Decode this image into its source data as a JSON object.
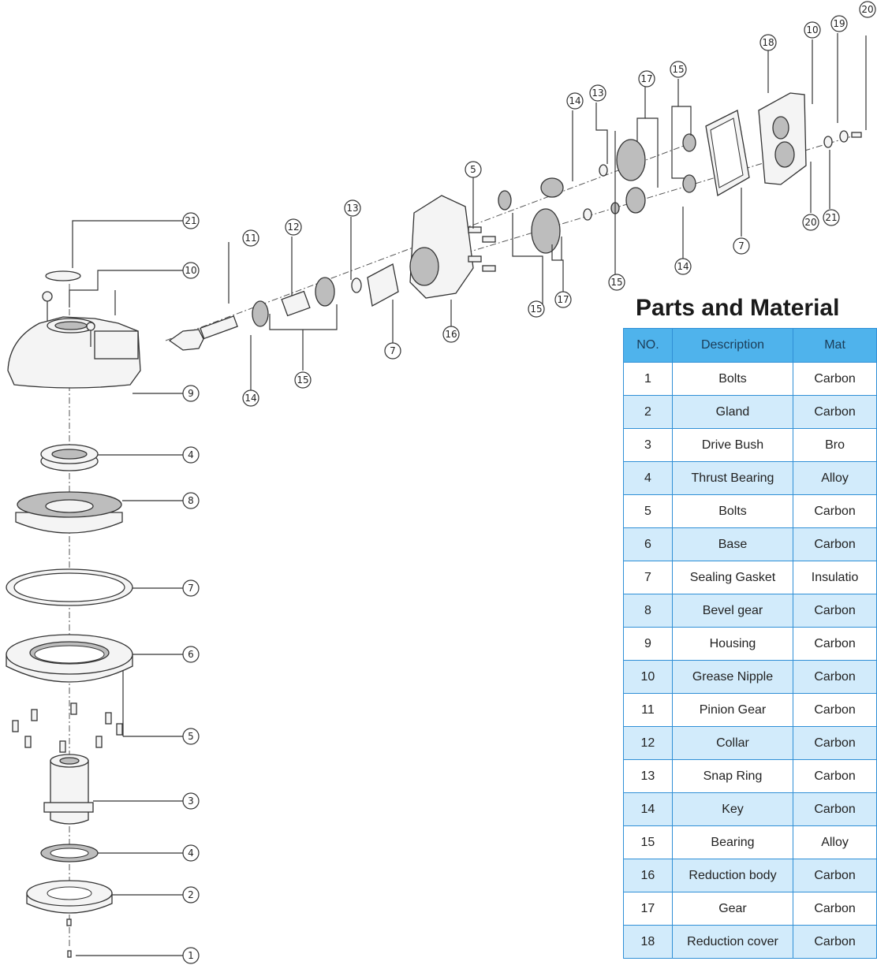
{
  "diagram": {
    "callouts": [
      {
        "id": "c1",
        "n": "1"
      },
      {
        "id": "c2",
        "n": "2"
      },
      {
        "id": "c3",
        "n": "3"
      },
      {
        "id": "c4a",
        "n": "4"
      },
      {
        "id": "c5a",
        "n": "5"
      },
      {
        "id": "c6",
        "n": "6"
      },
      {
        "id": "c7a",
        "n": "7"
      },
      {
        "id": "c8",
        "n": "8"
      },
      {
        "id": "c4b",
        "n": "4"
      },
      {
        "id": "c9",
        "n": "9"
      },
      {
        "id": "c10a",
        "n": "10"
      },
      {
        "id": "c21a",
        "n": "21"
      },
      {
        "id": "c14a",
        "n": "14"
      },
      {
        "id": "c15a",
        "n": "15"
      },
      {
        "id": "c11",
        "n": "11"
      },
      {
        "id": "c12",
        "n": "12"
      },
      {
        "id": "c13a",
        "n": "13"
      },
      {
        "id": "c7b",
        "n": "7"
      },
      {
        "id": "c16",
        "n": "16"
      },
      {
        "id": "c5b",
        "n": "5"
      },
      {
        "id": "c15b",
        "n": "15"
      },
      {
        "id": "c17a",
        "n": "17"
      },
      {
        "id": "c15c",
        "n": "15"
      },
      {
        "id": "c14b",
        "n": "14"
      },
      {
        "id": "c14c",
        "n": "14"
      },
      {
        "id": "c13b",
        "n": "13"
      },
      {
        "id": "c17b",
        "n": "17"
      },
      {
        "id": "c15d",
        "n": "15"
      },
      {
        "id": "c7c",
        "n": "7"
      },
      {
        "id": "c18",
        "n": "18"
      },
      {
        "id": "c10b",
        "n": "10"
      },
      {
        "id": "c19",
        "n": "19"
      },
      {
        "id": "c20a",
        "n": "20"
      },
      {
        "id": "c20b",
        "n": "20"
      },
      {
        "id": "c21b",
        "n": "21"
      }
    ]
  },
  "table": {
    "title": "Parts and Material",
    "headers": [
      "NO.",
      "Description",
      "Mat"
    ],
    "rows": [
      {
        "no": "1",
        "desc": "Bolts",
        "mat": "Carbon"
      },
      {
        "no": "2",
        "desc": "Gland",
        "mat": "Carbon"
      },
      {
        "no": "3",
        "desc": "Drive Bush",
        "mat": "Bro"
      },
      {
        "no": "4",
        "desc": "Thrust Bearing",
        "mat": "Alloy"
      },
      {
        "no": "5",
        "desc": "Bolts",
        "mat": "Carbon"
      },
      {
        "no": "6",
        "desc": "Base",
        "mat": "Carbon"
      },
      {
        "no": "7",
        "desc": "Sealing Gasket",
        "mat": "Insulatio"
      },
      {
        "no": "8",
        "desc": "Bevel gear",
        "mat": "Carbon"
      },
      {
        "no": "9",
        "desc": "Housing",
        "mat": "Carbon"
      },
      {
        "no": "10",
        "desc": "Grease Nipple",
        "mat": "Carbon"
      },
      {
        "no": "11",
        "desc": "Pinion Gear",
        "mat": "Carbon"
      },
      {
        "no": "12",
        "desc": "Collar",
        "mat": "Carbon"
      },
      {
        "no": "13",
        "desc": "Snap Ring",
        "mat": "Carbon"
      },
      {
        "no": "14",
        "desc": "Key",
        "mat": "Carbon"
      },
      {
        "no": "15",
        "desc": "Bearing",
        "mat": "Alloy"
      },
      {
        "no": "16",
        "desc": "Reduction body",
        "mat": "Carbon"
      },
      {
        "no": "17",
        "desc": "Gear",
        "mat": "Carbon"
      },
      {
        "no": "18",
        "desc": "Reduction cover",
        "mat": "Carbon"
      }
    ]
  }
}
